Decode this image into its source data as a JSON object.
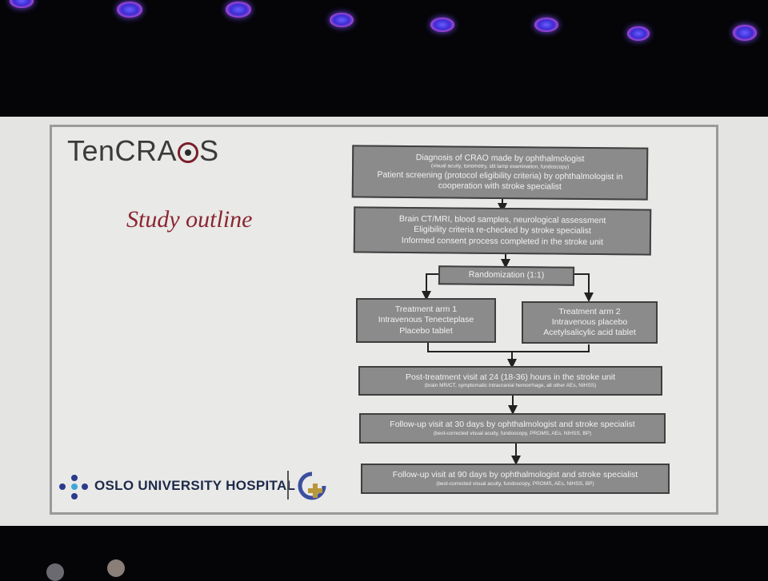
{
  "slide": {
    "brand": {
      "text_left": "TenCRA",
      "text_right": "S"
    },
    "title": "Study outline",
    "footer": {
      "hospital": "OSLO UNIVERSITY HOSPITAL"
    }
  },
  "flowchart": {
    "step1": {
      "line1": "Diagnosis of CRAO made by ophthalmologist",
      "line2": "(visual acuity, tonometry, slit lamp examination, fundoscopy)",
      "line3": "Patient screening (protocol eligibility criteria) by ophthalmologist in",
      "line4": "cooperation with stroke specialist"
    },
    "step2": {
      "line1": "Brain CT/MRI, blood samples, neurological assessment",
      "line2": "Eligibility criteria re-checked by stroke specialist",
      "line3": "Informed consent process completed in the stroke unit"
    },
    "randomization": "Randomization (1:1)",
    "arm1": {
      "line1": "Treatment arm 1",
      "line2": "Intravenous Tenecteplase",
      "line3": "Placebo tablet"
    },
    "arm2": {
      "line1": "Treatment arm 2",
      "line2": "Intravenous placebo",
      "line3": "Acetylsalicylic acid tablet"
    },
    "post": {
      "line1": "Post-treatment visit at 24 (18-36) hours in the stroke unit",
      "line2": "(brain MR/CT, symptomatic intracranial hemorrhage, all other AEs, NIHSS)"
    },
    "fu30": {
      "line1": "Follow-up visit at 30 days by ophthalmologist and stroke specialist",
      "line2": "(best-corrected visual acuity, fundoscopy, PROMS, AEs, NIHSS, BP)"
    },
    "fu90": {
      "line1": "Follow-up visit at 90 days by ophthalmologist and stroke specialist",
      "line2": "(best-corrected visual acuity, fundoscopy, PROMS, AEs, NIHSS, BP)"
    }
  },
  "colors": {
    "box_fill": "#8b8b8b",
    "title_red": "#8a2631",
    "stage_lights": "#5a4cf0"
  }
}
